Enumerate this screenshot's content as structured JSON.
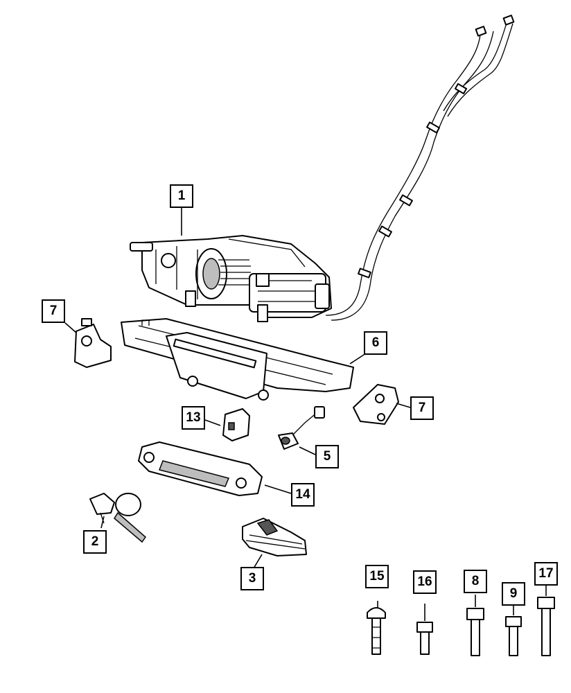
{
  "callouts": [
    {
      "id": "c1",
      "label": "1"
    },
    {
      "id": "c2",
      "label": "2"
    },
    {
      "id": "c3",
      "label": "3"
    },
    {
      "id": "c5",
      "label": "5"
    },
    {
      "id": "c6",
      "label": "6"
    },
    {
      "id": "c7a",
      "label": "7"
    },
    {
      "id": "c7b",
      "label": "7"
    },
    {
      "id": "c8",
      "label": "8"
    },
    {
      "id": "c9",
      "label": "9"
    },
    {
      "id": "c13",
      "label": "13"
    },
    {
      "id": "c14",
      "label": "14"
    },
    {
      "id": "c15",
      "label": "15"
    },
    {
      "id": "c16",
      "label": "16"
    },
    {
      "id": "c17",
      "label": "17"
    }
  ]
}
